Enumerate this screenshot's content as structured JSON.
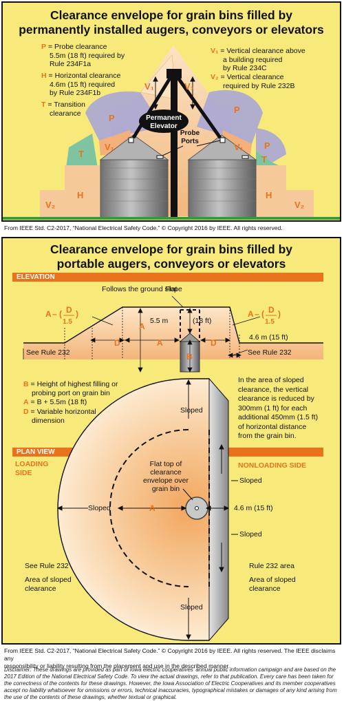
{
  "panel1": {
    "title_line1": "Clearance envelope for grain bins filled by",
    "title_line2": "permanently installed augers, conveyors or elevators",
    "legend_left": [
      {
        "key": "P",
        "line1": "= Probe clearance",
        "line2": "5.5m (18 ft) required by",
        "line3": "Rule 234F1a"
      },
      {
        "key": "H",
        "line1": "= Horizontal clearance",
        "line2": "4.6m (15 ft) required",
        "line3": "by Rule 234F1b"
      },
      {
        "key": "T",
        "line1": "= Transition",
        "line2": "clearance",
        "line3": ""
      }
    ],
    "legend_right": [
      {
        "key": "V₁",
        "line1": "= Vertical clearance above",
        "line2": "a building required",
        "line3": "by Rule 234C"
      },
      {
        "key": "V₂",
        "line1": "= Vertical clearance",
        "line2": "required by Rule 232B",
        "line3": ""
      }
    ],
    "elevator_label_line1": "Permanent",
    "elevator_label_line2": "Elevator",
    "probe_label_line1": "Probe",
    "probe_label_line2": "Ports",
    "zone_v1": "V₁",
    "zone_v2": "V₂",
    "zone_p": "P",
    "zone_t": "T",
    "zone_h": "H"
  },
  "credit1": "From IEEE Std. C2-2017, “National Electrical Safety Code.”  © Copyright 2016 by IEEE.  All rights reserved.",
  "panel2": {
    "title_line1": "Clearance envelope for grain bins filled by",
    "title_line2": "portable augers, conveyors or elevators",
    "elevation_bar": "ELEVATION",
    "plan_bar": "PLAN VIEW",
    "follows_slope": "Follows the ground slope",
    "flat": "Flat",
    "height_55": "5.5 m",
    "height_18": "(18 ft)",
    "dist_46": "4.6 m (15 ft)",
    "see_rule_232": "See Rule 232",
    "a": "A",
    "b": "B",
    "d": "D",
    "formula_a": "A",
    "formula_minus": "– (",
    "formula_d": "D",
    "formula_den": "1.5",
    "formula_close": ")",
    "defs": [
      {
        "key": "B",
        "line1": "= Height of highest filling or",
        "line2": "probing port on grain bin"
      },
      {
        "key": "A",
        "line1": "= B + 5.5m (18 ft)",
        "line2": ""
      },
      {
        "key": "D",
        "line1": "= Variable horizontal",
        "line2": "dimension"
      }
    ],
    "sloped_note": [
      "In the area of sloped",
      "clearance, the vertical",
      "clearance is reduced by",
      "300mm (1 ft) for each",
      "additional 450mm (1.5 ft)",
      "of horizontal distance",
      "from the grain bin."
    ],
    "loading_line1": "LOADING",
    "loading_line2": "SIDE",
    "nonloading": "NONLOADING SIDE",
    "sloped": "Sloped",
    "flat_top": [
      "Flat top of",
      "clearance",
      "envelope over",
      "grain bin"
    ],
    "area_sloped_line1": "Area of sloped",
    "area_sloped_line2": "clearance",
    "rule232_area": "Rule 232 area"
  },
  "credit2_line1": "From IEEE Std. C2-2017, “National Electrical Safety Code.”  © Copyright 2016 by IEEE.  All rights reserved. The IEEE disclaims any",
  "credit2_line2": "responsibility or liability resulting from the placement and use in the described manner.",
  "disclaimer": "Disclaimer: These drawings are provided as part of Iowa electric cooperatives’ annual public information campaign and are based on the 2017 Edition of the National Electrical Safety Code. To view the actual drawings, refer to that publication. Every care has been taken for the correctness of the contents for these drawings. However, the Iowa Association of Electric Cooperatives and its member cooperatives accept no liability whatsoever for omissions or errors, technical inaccuracies, typographical mistakes or damages of any kind arising from the use of the contents of these drawings, whether textual or graphical.",
  "colors": {
    "panel_bg": "#f7ea7a",
    "accent_orange": "#e8731c",
    "probe_purple": "#a9a6d6",
    "transition_green": "#7fc4a0",
    "envelope_peach": "#f6c99a",
    "ground_green": "#2e9e3e",
    "bin_gray": "#8a8a8a"
  }
}
